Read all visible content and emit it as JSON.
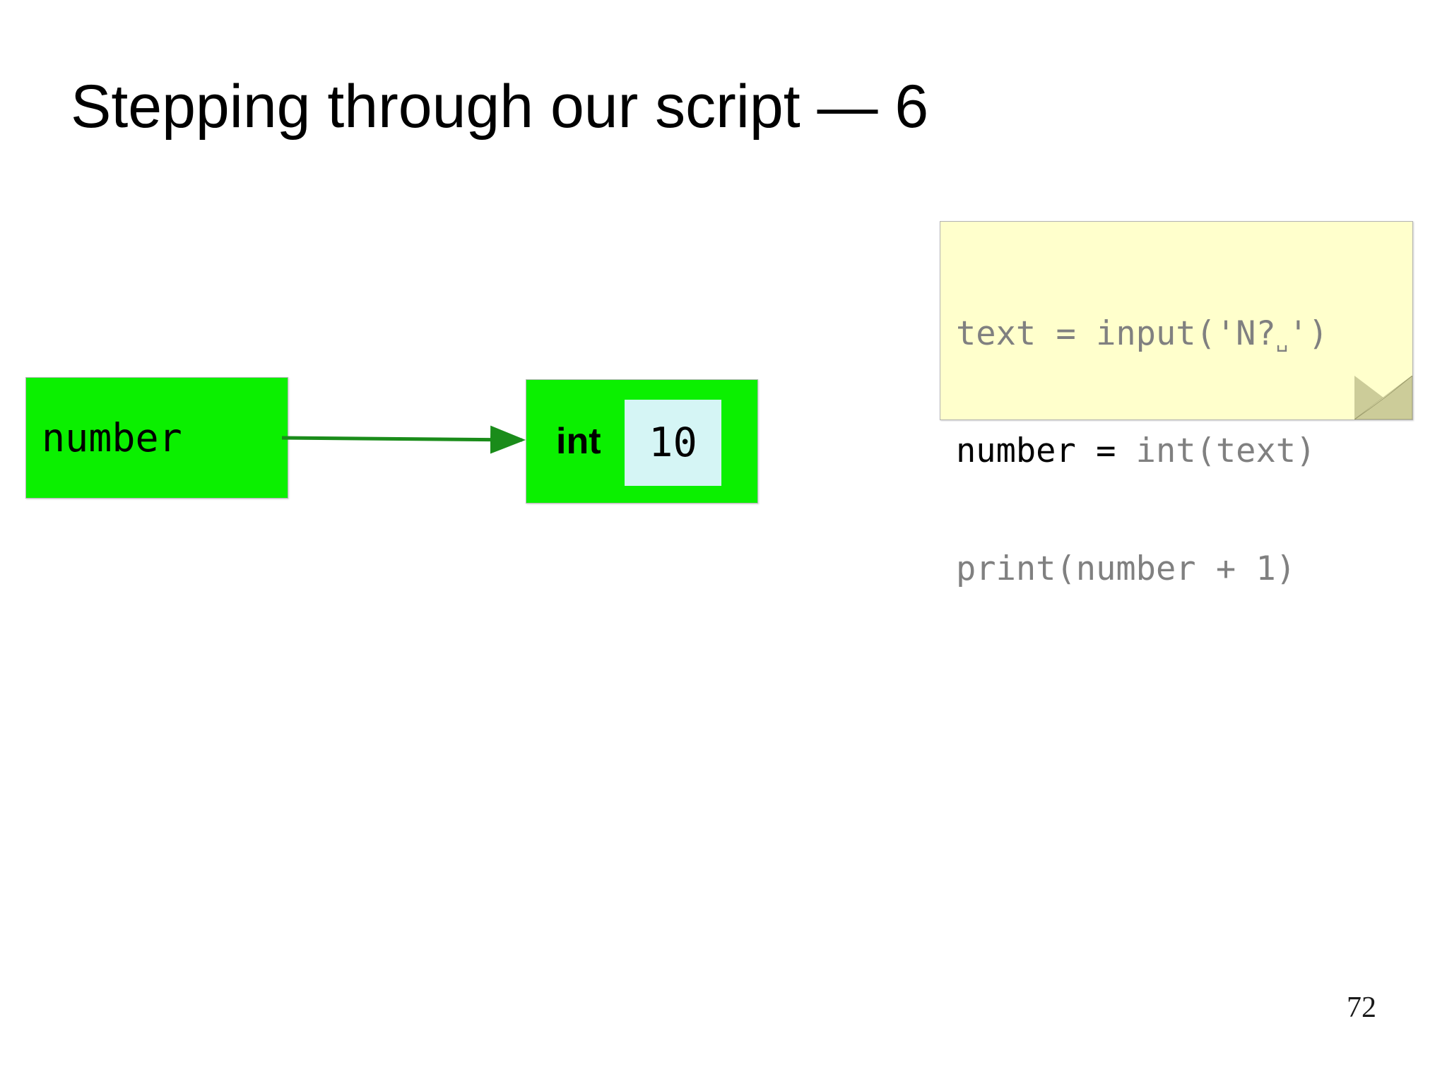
{
  "slide": {
    "title": "Stepping through our script — 6",
    "page_number": "72",
    "background_color": "#ffffff"
  },
  "code_note": {
    "background_color": "#ffffcc",
    "border_color": "#b3b3b3",
    "fold_color": "#cccc99",
    "dim_text_color": "#808080",
    "highlight_text_color": "#000000",
    "lines": [
      {
        "text": "text = input('N?␣')",
        "highlighted": false
      },
      {
        "text": "number = int(text)",
        "highlighted": true,
        "bold_part": "number =",
        "dim_part": " int(text)"
      },
      {
        "text": "print(number + 1)",
        "highlighted": false
      }
    ],
    "line1_prefix": "text = input('N?",
    "line1_space_glyph": "␣",
    "line1_suffix": "')",
    "line2_bold": "number =",
    "line2_dim": " int(text)",
    "line3": "print(number + 1)"
  },
  "diagram": {
    "variable_box": {
      "label": "number",
      "fill_color": "#0bf000"
    },
    "object_box": {
      "type_label": "int",
      "value": "10",
      "fill_color": "#0bf000",
      "value_fill_color": "#d5f5f5"
    },
    "arrow": {
      "color": "#1a8c1a",
      "from": "number",
      "to": "int 10"
    }
  }
}
